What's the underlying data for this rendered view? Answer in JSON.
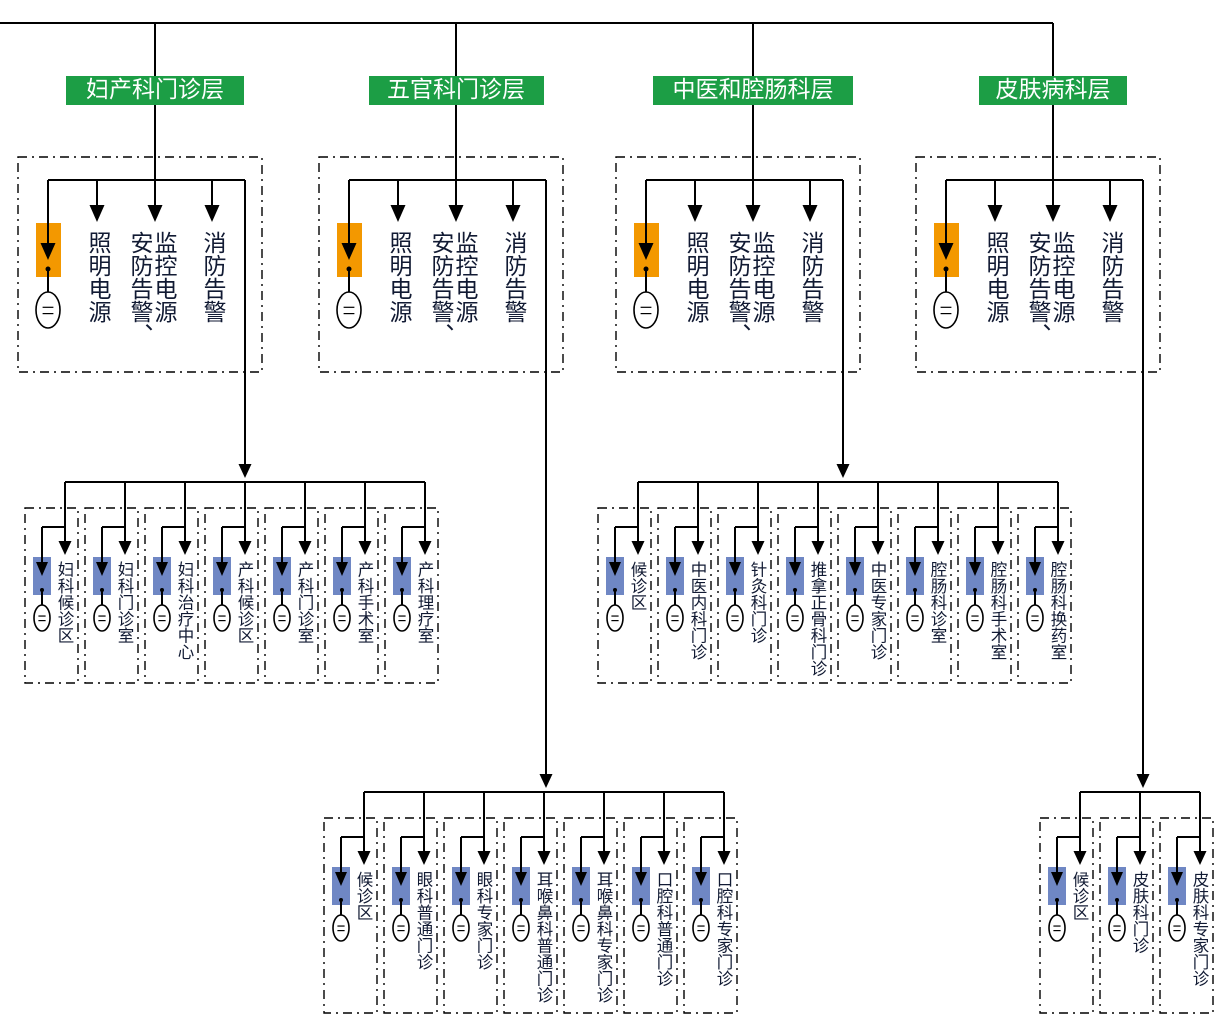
{
  "colors": {
    "floor_label_bg": "#1c9e45",
    "floor_switch": "#f39800",
    "room_switch": "#6f87c4",
    "line": "#000000"
  },
  "floors": [
    {
      "name": "妇产科门诊层",
      "devices": {
        "lighting": "照明电源",
        "security": "安防告警、监控电源",
        "fire": "消防告警"
      },
      "rooms": [
        "妇科候诊区",
        "妇科门诊室",
        "妇科治疗中心",
        "产科候诊区",
        "产科门诊室",
        "产科手术室",
        "产科理疗室"
      ]
    },
    {
      "name": "五官科门诊层",
      "devices": {
        "lighting": "照明电源",
        "security": "安防告警、监控电源",
        "fire": "消防告警"
      },
      "rooms": [
        "候诊区",
        "眼科普通门诊",
        "眼科专家门诊",
        "耳喉鼻科普通门诊",
        "耳喉鼻科专家门诊",
        "口腔科普通门诊",
        "口腔科专家门诊"
      ]
    },
    {
      "name": "中医和腔肠科层",
      "devices": {
        "lighting": "照明电源",
        "security": "安防告警、监控电源",
        "fire": "消防告警"
      },
      "rooms": [
        "候诊区",
        "中医内科门诊",
        "针灸科门诊",
        "推拿正骨科门诊",
        "中医专家门诊",
        "腔肠科诊室",
        "腔肠科手术室",
        "腔肠科换药室"
      ]
    },
    {
      "name": "皮肤病科层",
      "devices": {
        "lighting": "照明电源",
        "security": "安防告警、监控电源",
        "fire": "消防告警"
      },
      "rooms": [
        "候诊区",
        "皮肤科门诊",
        "皮肤科专家门诊"
      ]
    }
  ]
}
